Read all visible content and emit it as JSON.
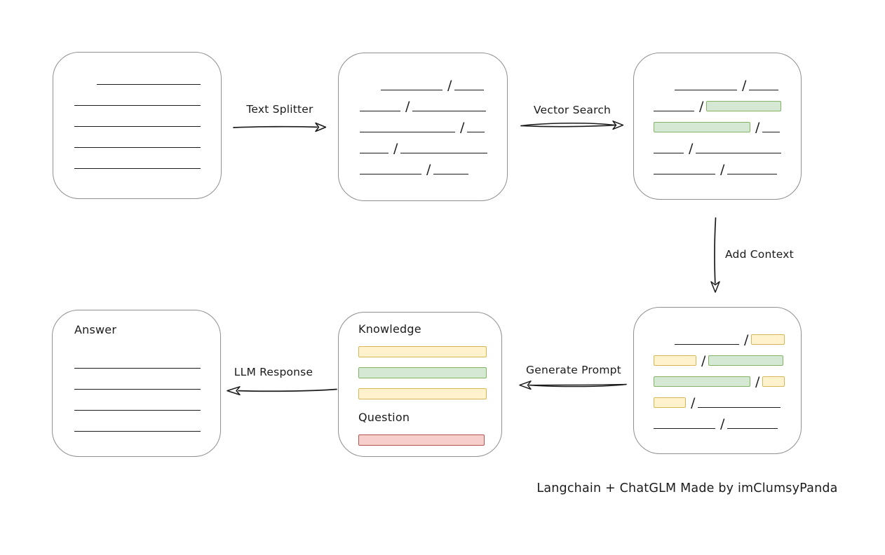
{
  "caption": "Langchain + ChatGLM Made by imClumsyPanda",
  "arrows": {
    "text_splitter": "Text Splitter",
    "vector_search": "Vector Search",
    "add_context": "Add Context",
    "generate_prompt": "Generate Prompt",
    "llm_response": "LLM Response"
  },
  "colors": {
    "line": "#1b1b1b",
    "box_border": "#8f8f8f",
    "background": "#ffffff",
    "green_fill": "#d5e8d4",
    "green_border": "#82b366",
    "yellow_fill": "#fff2cc",
    "yellow_border": "#d6b656",
    "red_fill": "#f8cecc",
    "red_border": "#b85450"
  },
  "document_box": {
    "rows": [
      [
        [
          "space",
          32
        ],
        [
          "line",
          148
        ]
      ],
      [
        [
          "line",
          180
        ]
      ],
      [
        [
          "line",
          180
        ]
      ],
      [
        [
          "line",
          180
        ]
      ],
      [
        [
          "line",
          180
        ]
      ]
    ]
  },
  "chunks_box": {
    "rows": [
      [
        [
          "space",
          30
        ],
        [
          "line",
          88
        ],
        [
          "slash"
        ],
        [
          "line",
          42
        ]
      ],
      [
        [
          "line",
          58
        ],
        [
          "slash"
        ],
        [
          "line",
          105
        ]
      ],
      [
        [
          "line",
          136
        ],
        [
          "slash"
        ],
        [
          "line",
          25
        ]
      ],
      [
        [
          "line",
          41
        ],
        [
          "slash"
        ],
        [
          "line",
          124
        ]
      ],
      [
        [
          "line",
          88
        ],
        [
          "slash"
        ],
        [
          "line",
          50
        ]
      ]
    ]
  },
  "matched_box": {
    "rows": [
      [
        [
          "space",
          30
        ],
        [
          "line",
          89
        ],
        [
          "slash"
        ],
        [
          "line",
          42
        ]
      ],
      [
        [
          "line",
          58
        ],
        [
          "slash"
        ],
        [
          "green",
          107
        ]
      ],
      [
        [
          "green",
          138
        ],
        [
          "slash"
        ],
        [
          "line",
          25
        ]
      ],
      [
        [
          "line",
          43
        ],
        [
          "slash"
        ],
        [
          "line",
          122
        ]
      ],
      [
        [
          "line",
          88
        ],
        [
          "slash"
        ],
        [
          "line",
          71
        ]
      ]
    ]
  },
  "context_box": {
    "rows": [
      [
        [
          "space",
          30
        ],
        [
          "line",
          92
        ],
        [
          "slash"
        ],
        [
          "yellow",
          48
        ]
      ],
      [
        [
          "yellow",
          61
        ],
        [
          "slash"
        ],
        [
          "green",
          107
        ]
      ],
      [
        [
          "green",
          138
        ],
        [
          "slash"
        ],
        [
          "yellow",
          32
        ]
      ],
      [
        [
          "yellow",
          46
        ],
        [
          "slash"
        ],
        [
          "line",
          118
        ]
      ],
      [
        [
          "line",
          88
        ],
        [
          "slash"
        ],
        [
          "line",
          72
        ]
      ]
    ]
  },
  "prompt_box": {
    "knowledge_label": "Knowledge",
    "question_label": "Question",
    "knowledge_bars": [
      "yellow",
      "green",
      "yellow"
    ],
    "question_bars": [
      "red"
    ]
  },
  "answer_box": {
    "label": "Answer",
    "rows": [
      [
        [
          "line",
          180
        ]
      ],
      [
        [
          "line",
          180
        ]
      ],
      [
        [
          "line",
          180
        ]
      ],
      [
        [
          "line",
          180
        ]
      ]
    ]
  }
}
